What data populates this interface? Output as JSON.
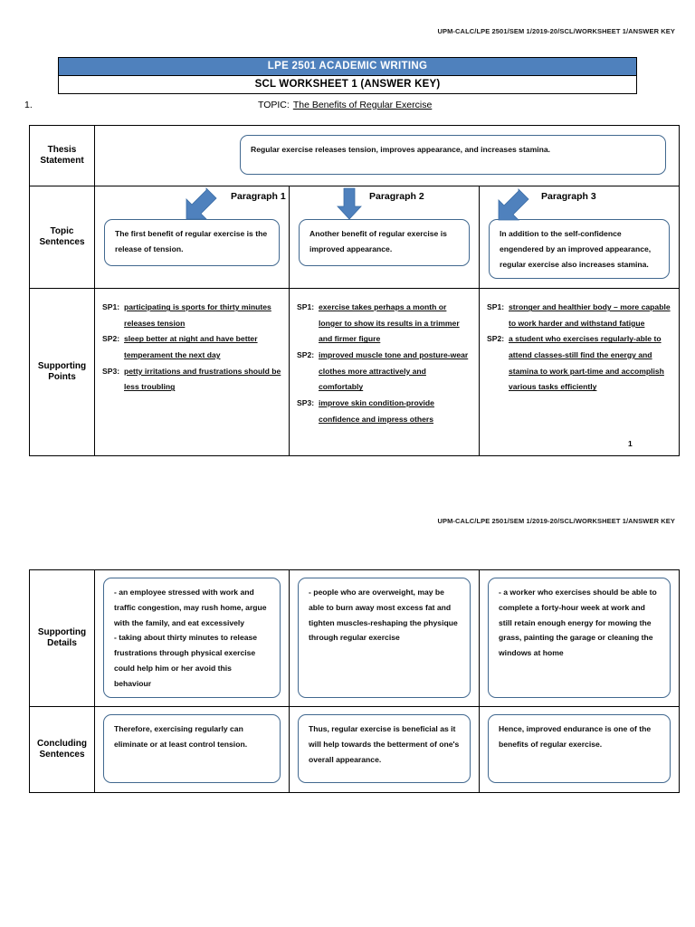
{
  "document": {
    "running_header": "UPM-CALC/LPE 2501/SEM 1/2019-20/SCL/WORKSHEET 1/ANSWER KEY",
    "banner_title": "LPE 2501 ACADEMIC WRITING",
    "banner_subtitle": "SCL WORKSHEET 1 (ANSWER KEY)",
    "item_number": "1.",
    "topic_label": "TOPIC:",
    "topic_value": "The Benefits of Regular Exercise",
    "page_number": "1",
    "banner_color": "#4f81bd",
    "box_border_color": "#41688f"
  },
  "row_labels": {
    "thesis": "Thesis\nStatement",
    "thesis_line1": "Thesis",
    "thesis_line2": "Statement",
    "topic_line1": "Topic",
    "topic_line2": "Sentences",
    "points_line1": "Supporting",
    "points_line2": "Points",
    "details_line1": "Supporting",
    "details_line2": "Details",
    "concluding_line1": "Concluding",
    "concluding_line2": "Sentences"
  },
  "thesis_statement": "Regular exercise releases tension, improves appearance, and increases stamina.",
  "paragraphs": [
    {
      "heading": "Paragraph 1",
      "arrow": "arrow-down-left-icon",
      "topic_sentence": "The first benefit of regular exercise is the release of tension.",
      "supporting_points": [
        {
          "tag": "SP1:",
          "text": "participating is sports for thirty minutes  releases tension"
        },
        {
          "tag": "SP2:",
          "text": "sleep better at night and have better temperament the next day"
        },
        {
          "tag": "SP3:",
          "text": "petty irritations and frustrations should be less troubling"
        }
      ],
      "supporting_details": "- an employee stressed with work and traffic congestion, may rush home, argue with the family, and eat excessively\n- taking about thirty minutes to release frustrations through physical exercise could help him or her avoid this behaviour",
      "concluding_sentence": "Therefore, exercising regularly can eliminate or at least control tension."
    },
    {
      "heading": "Paragraph 2",
      "arrow": "arrow-down-icon",
      "topic_sentence": "Another benefit of regular exercise is improved appearance.",
      "supporting_points": [
        {
          "tag": "SP1:",
          "text": "exercise takes perhaps a month or longer to show its results in a trimmer and firmer figure"
        },
        {
          "tag": "SP2:",
          "text": "improved muscle tone and posture-wear clothes more attractively and comfortably"
        },
        {
          "tag": "SP3:",
          "text": "improve skin condition-provide confidence and impress others"
        }
      ],
      "supporting_details": "- people who are overweight, may be able to burn away most excess fat and tighten muscles-reshaping the physique through regular exercise",
      "concluding_sentence": "Thus, regular exercise is beneficial as it will help towards the betterment of one's overall appearance."
    },
    {
      "heading": "Paragraph 3",
      "arrow": "arrow-down-right-icon",
      "topic_sentence": "In addition to the self-confidence engendered by an improved appearance, regular exercise also increases stamina.",
      "supporting_points": [
        {
          "tag": "SP1:",
          "text": "stronger and healthier body – more capable to work harder and withstand fatigue"
        },
        {
          "tag": "SP2:",
          "text": "a student who exercises regularly-able to attend classes-still find the energy and stamina to work part-time and accomplish various tasks efficiently"
        }
      ],
      "supporting_details": "- a worker who exercises should be able to complete a forty-hour week at work and still retain enough energy for mowing the grass, painting the garage or cleaning the windows at home",
      "concluding_sentence": "Hence, improved endurance is one of the benefits of regular exercise."
    }
  ]
}
